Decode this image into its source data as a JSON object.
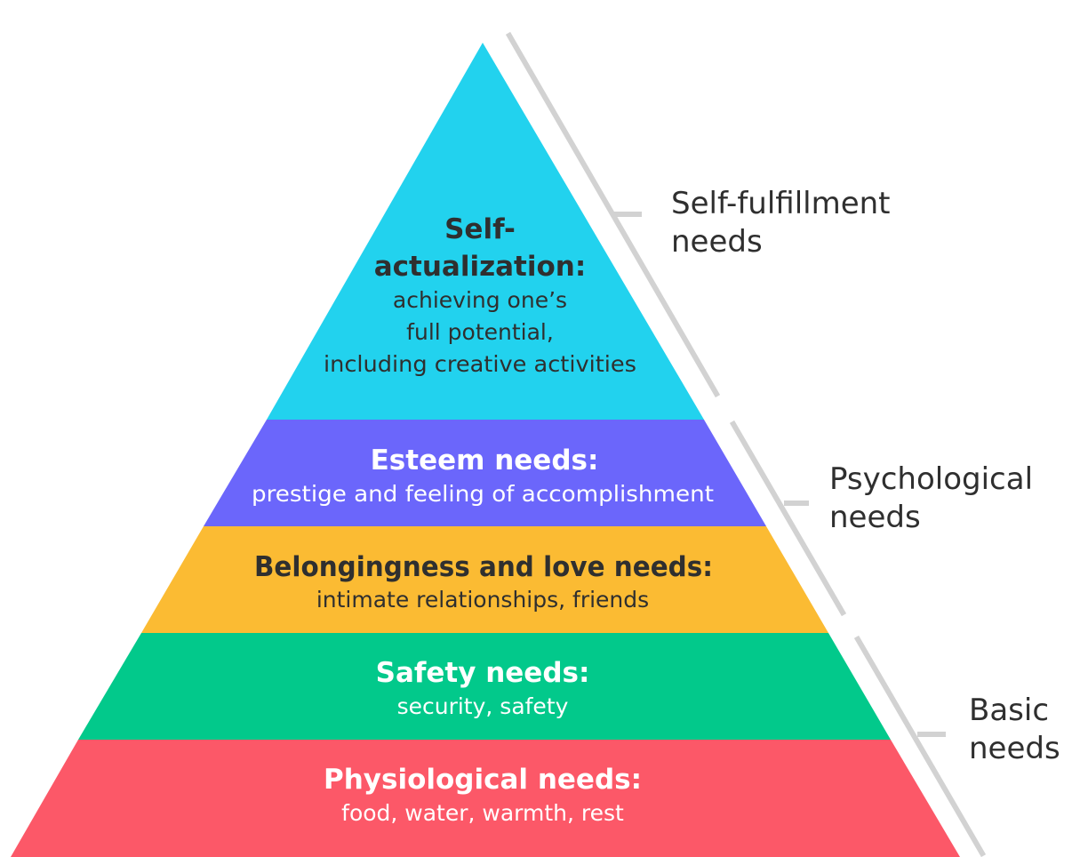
{
  "colors": {
    "self_actualization": "#22D2EE",
    "esteem": "#6B66FB",
    "belonging": "#FBBB33",
    "safety": "#02C98B",
    "physiological": "#FC5868",
    "bracket": "#D2D2D2",
    "dark_text": "#2F2F2F",
    "light_text": "#FFFFFF"
  },
  "levels": {
    "self_actualization": {
      "title_line1": "Self-",
      "title_line2": "actualization:",
      "desc_line1": "achieving one’s",
      "desc_line2": "full potential,",
      "desc_line3": "including creative activities"
    },
    "esteem": {
      "title": "Esteem needs:",
      "desc": "prestige and feeling of accomplishment"
    },
    "belonging": {
      "title": "Belongingness and love needs:",
      "desc": "intimate relationships, friends"
    },
    "safety": {
      "title": "Safety needs:",
      "desc": "security, safety"
    },
    "physiological": {
      "title": "Physiological needs:",
      "desc": "food, water, warmth, rest"
    }
  },
  "groups": {
    "self_fulfillment": {
      "line1": "Self-fulfillment",
      "line2": "needs"
    },
    "psychological": {
      "line1": "Psychological",
      "line2": "needs"
    },
    "basic": {
      "line1": "Basic",
      "line2": "needs"
    }
  }
}
